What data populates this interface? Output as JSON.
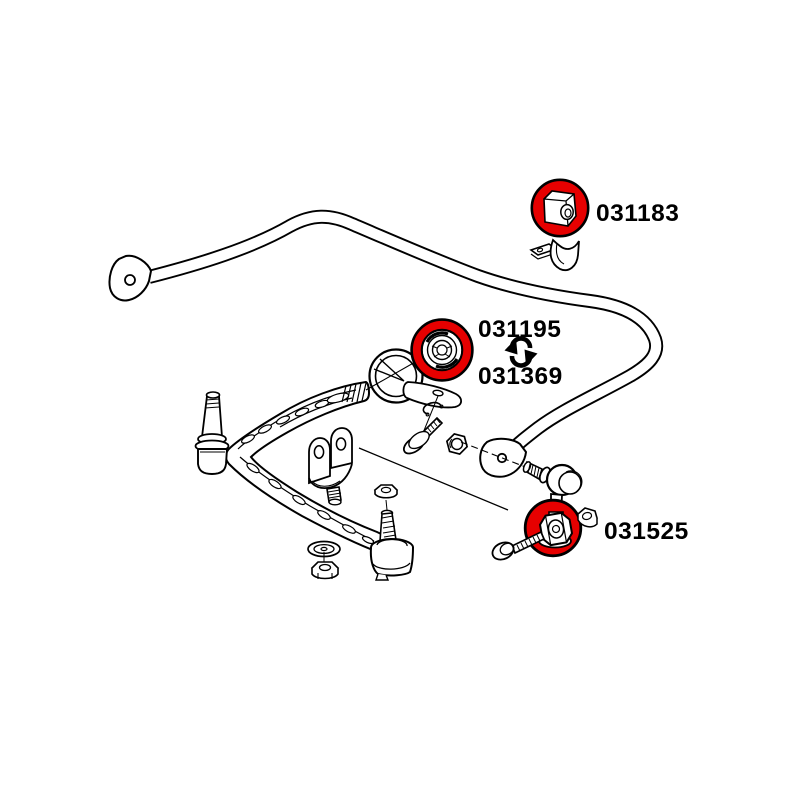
{
  "diagram": {
    "description": "Exploded line-art diagram of a front anti-roll bar, lower control arm and drop link, with red-highlighted bush positions and part numbers",
    "background_color": "#ffffff",
    "line_color": "#000000",
    "highlight_color": "#e60000",
    "labels": {
      "top_bushing": "031183",
      "arm_bushing": "031195",
      "arm_bushing_alt": "031369",
      "drop_link_bushing": "031525"
    },
    "icons": {
      "swap": "swap-arrows-icon"
    }
  }
}
